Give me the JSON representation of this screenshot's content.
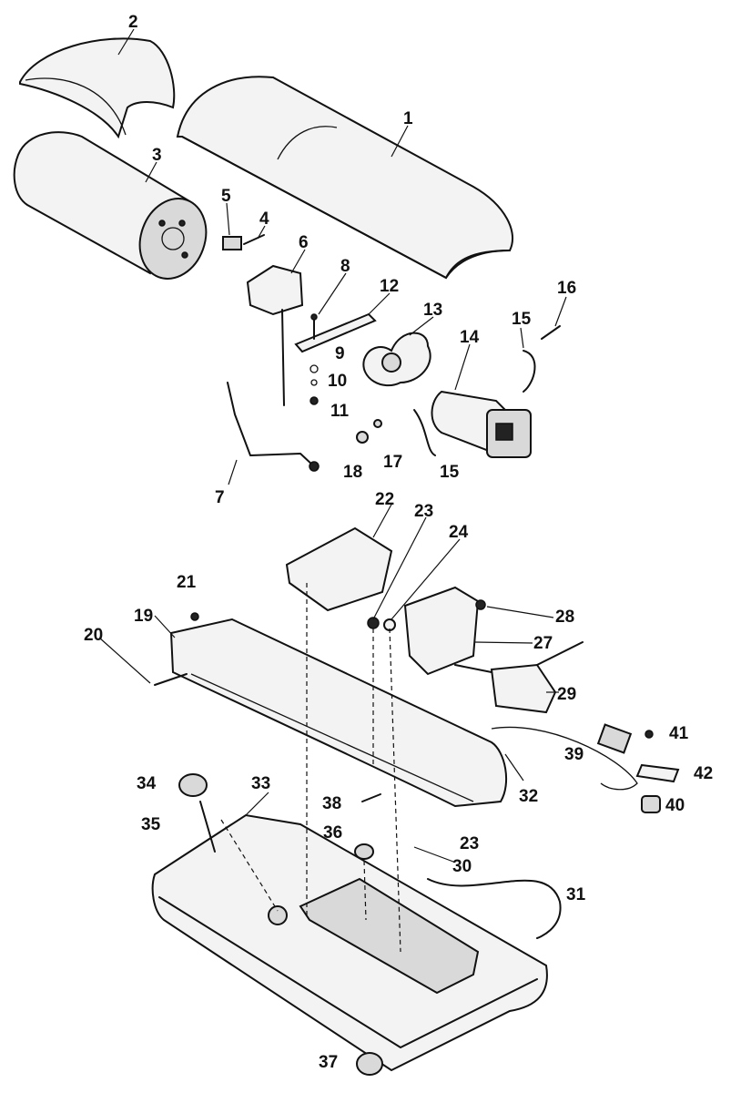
{
  "diagram": {
    "callouts": [
      "1",
      "2",
      "3",
      "4",
      "5",
      "6",
      "7",
      "8",
      "9",
      "10",
      "11",
      "12",
      "13",
      "14",
      "15",
      "15",
      "16",
      "17",
      "18",
      "19",
      "20",
      "21",
      "22",
      "23",
      "23",
      "24",
      "27",
      "28",
      "29",
      "30",
      "31",
      "32",
      "33",
      "34",
      "35",
      "36",
      "37",
      "38",
      "39",
      "40",
      "41",
      "42"
    ]
  }
}
